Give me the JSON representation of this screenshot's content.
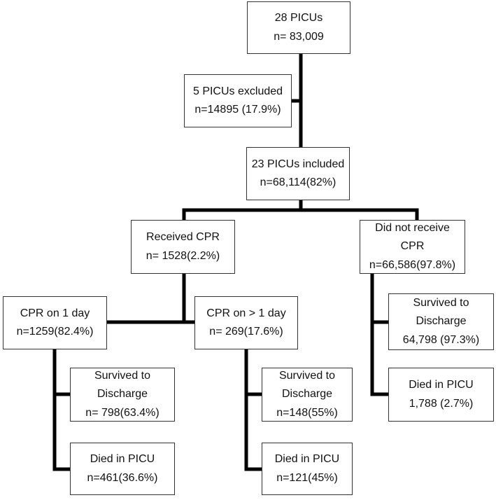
{
  "flowchart": {
    "top": {
      "line1": "28 PICUs",
      "line2": "n= 83,009"
    },
    "excluded": {
      "line1": "5 PICUs excluded",
      "line2": "n=14895 (17.9%)"
    },
    "included": {
      "line1": "23 PICUs  included",
      "line2": "n=68,114(82%)"
    },
    "received_cpr": {
      "line1": "Received CPR",
      "line2": "n= 1528(2.2%)"
    },
    "no_cpr": {
      "line1": "Did not receive",
      "line2": "CPR",
      "line3": "n=66,586(97.8%)"
    },
    "cpr_one_day": {
      "line1": "CPR on 1 day",
      "line2": "n=1259(82.4%)"
    },
    "cpr_multi_day": {
      "line1": "CPR on > 1 day",
      "line2": "n= 269(17.6%)"
    },
    "one_day_survived": {
      "line1": "Survived to",
      "line2": "Discharge",
      "line3": "n= 798(63.4%)"
    },
    "one_day_died": {
      "line1": "Died in PICU",
      "line2": "n=461(36.6%)"
    },
    "multi_day_survived": {
      "line1": "Survived to",
      "line2": "Discharge",
      "line3": "n=148(55%)"
    },
    "multi_day_died": {
      "line1": "Died in PICU",
      "line2": "n=121(45%)"
    },
    "no_cpr_survived": {
      "line1": "Survived to",
      "line2": "Discharge",
      "line3": "64,798 (97.3%)"
    },
    "no_cpr_died": {
      "line1": "Died in PICU",
      "line2": "1,788 (2.7%)"
    }
  }
}
